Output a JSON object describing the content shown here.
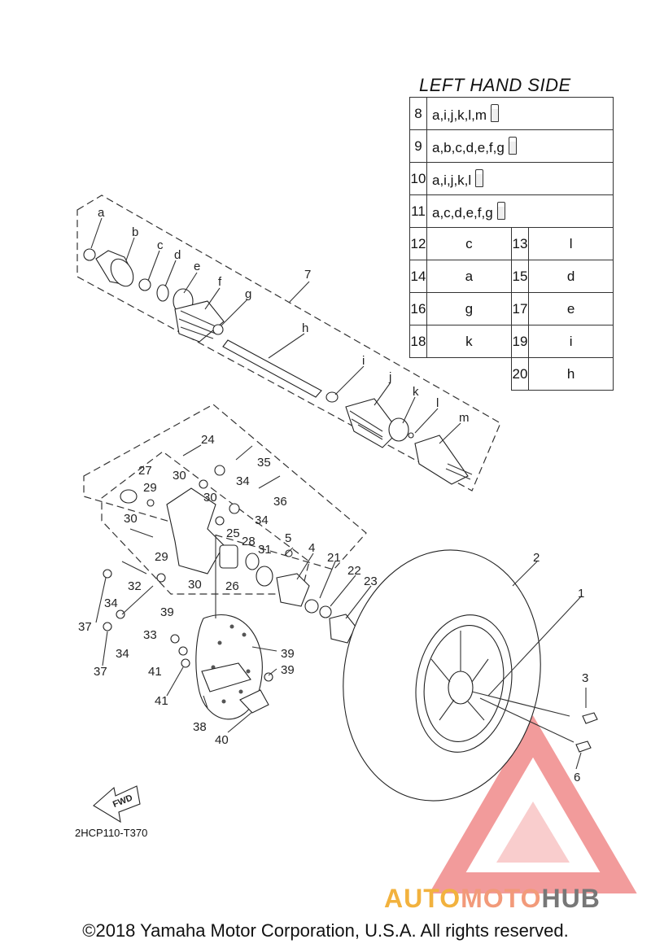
{
  "table": {
    "title": "LEFT HAND SIDE",
    "rows": [
      {
        "num": "8",
        "value": "a,i,j,k,l,m",
        "icon": "grease-tube-icon"
      },
      {
        "num": "9",
        "value": "a,b,c,d,e,f,g",
        "icon": "grease-tube-icon"
      },
      {
        "num": "10",
        "value": "a,i,j,k,l",
        "icon": "grease-tube-icon"
      },
      {
        "num": "11",
        "value": "a,c,d,e,f,g",
        "icon": "grease-tube-icon"
      }
    ],
    "pairs": [
      {
        "n1": "12",
        "v1": "c",
        "n2": "13",
        "v2": "l"
      },
      {
        "n1": "14",
        "v1": "a",
        "n2": "15",
        "v2": "d"
      },
      {
        "n1": "16",
        "v1": "g",
        "n2": "17",
        "v2": "e"
      },
      {
        "n1": "18",
        "v1": "k",
        "n2": "19",
        "v2": "i"
      },
      {
        "n1": "",
        "v1": "",
        "n2": "20",
        "v2": "h"
      }
    ]
  },
  "callouts": {
    "n1": "1",
    "n2": "2",
    "n3": "3",
    "n4": "4",
    "n5": "5",
    "n6": "6",
    "n7": "7",
    "n21": "21",
    "n22": "22",
    "n23": "23",
    "n24": "24",
    "n25": "25",
    "n26": "26",
    "n27": "27",
    "n28": "28",
    "n29": "29",
    "n30": "30",
    "n31": "31",
    "n32": "32",
    "n33": "33",
    "n34": "34",
    "n35": "35",
    "n36": "36",
    "n37": "37",
    "n38": "38",
    "n39": "39",
    "n40": "40",
    "n41": "41",
    "la": "a",
    "lb": "b",
    "lc": "c",
    "ld": "d",
    "le": "e",
    "lf": "f",
    "lg": "g",
    "lh": "h",
    "li": "i",
    "lj": "j",
    "lk": "k",
    "ll": "l",
    "lm": "m"
  },
  "fwd_label": "FWD",
  "diagram_code": "2HCP110-T370",
  "copyright": "©2018 Yamaha Motor Corporation, U.S.A. All rights reserved.",
  "watermark": {
    "part1": "AUTO",
    "part2": "MOTO",
    "part3": "HUB"
  },
  "colors": {
    "watermark_red": "#e84a4a",
    "watermark_orange": "#f2b23e",
    "watermark_gray": "#777777"
  }
}
